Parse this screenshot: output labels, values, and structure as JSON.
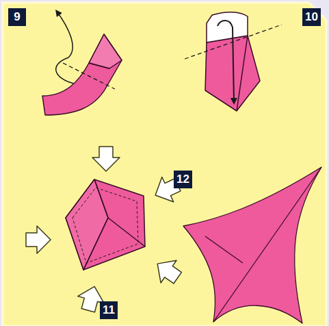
{
  "diagram": {
    "labels": [
      "9",
      "10",
      "11",
      "12"
    ]
  }
}
